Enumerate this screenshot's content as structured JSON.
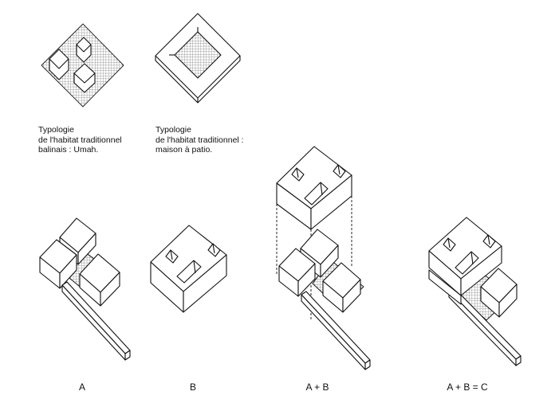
{
  "captions": [
    {
      "lines": [
        "Typologie",
        "de  l'habitat  traditionnel",
        "balinais : Umah."
      ]
    },
    {
      "lines": [
        "Typologie",
        "de l'habitat traditionnel :",
        "maison à patio."
      ]
    }
  ],
  "labels": [
    "A",
    "B",
    "A + B",
    "A + B = C"
  ]
}
